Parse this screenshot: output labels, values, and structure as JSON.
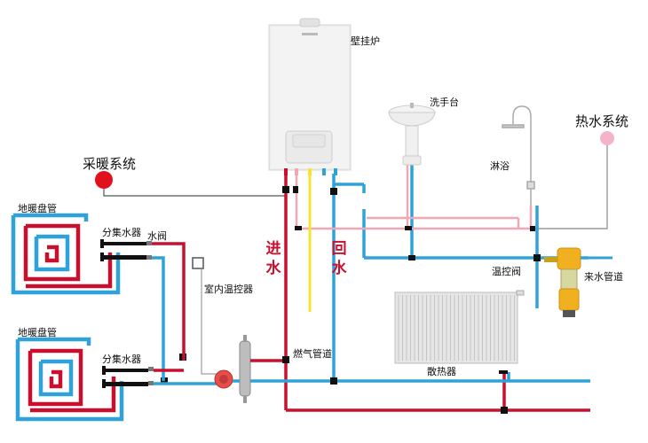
{
  "colors": {
    "supply_pipe": "#c8102e",
    "return_pipe": "#2fa3d9",
    "hot_water_pipe": "#f2a7b5",
    "gas_pipe": "#f5e62a",
    "heating_system_dot": "#e0101c",
    "hot_water_system_dot": "#f4b3c8",
    "control_wire": "#555555"
  },
  "labels": {
    "boiler": "壁挂炉",
    "heating_system": "采暖系统",
    "hot_water_system": "热水系统",
    "floor_coil_top": "地暖盘管",
    "floor_coil_bottom": "地暖盘管",
    "manifold_top": "分集水器",
    "manifold_bottom": "分集水器",
    "water_valve": "水阀",
    "room_thermostat": "室内温控器",
    "supply_water_1": "进",
    "supply_water_2": "水",
    "return_water_1": "回",
    "return_water_2": "水",
    "gas_pipe": "燃气管道",
    "wash_basin": "洗手台",
    "shower": "淋浴",
    "thermostatic_valve": "温控阀",
    "inlet_pipe": "来水管道",
    "radiator": "散热器"
  }
}
